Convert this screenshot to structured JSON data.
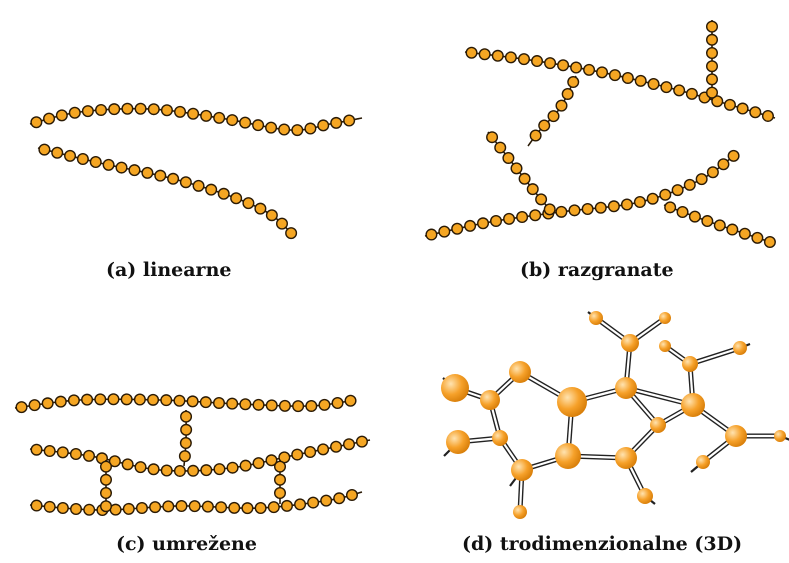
{
  "panels": [
    {
      "id": "a",
      "caption": "(a) linearne"
    },
    {
      "id": "b",
      "caption": "(b) razgranate"
    },
    {
      "id": "c",
      "caption": "(c) umrežene"
    },
    {
      "id": "d",
      "caption": "(d) trodimenzionalne (3D)"
    }
  ],
  "colors": {
    "bead": "#f5a623",
    "bead_stroke": "#2a1a05",
    "bond": "#222222",
    "sphere_highlight": "#ffe0a8",
    "sphere_base": "#f39a1e"
  }
}
